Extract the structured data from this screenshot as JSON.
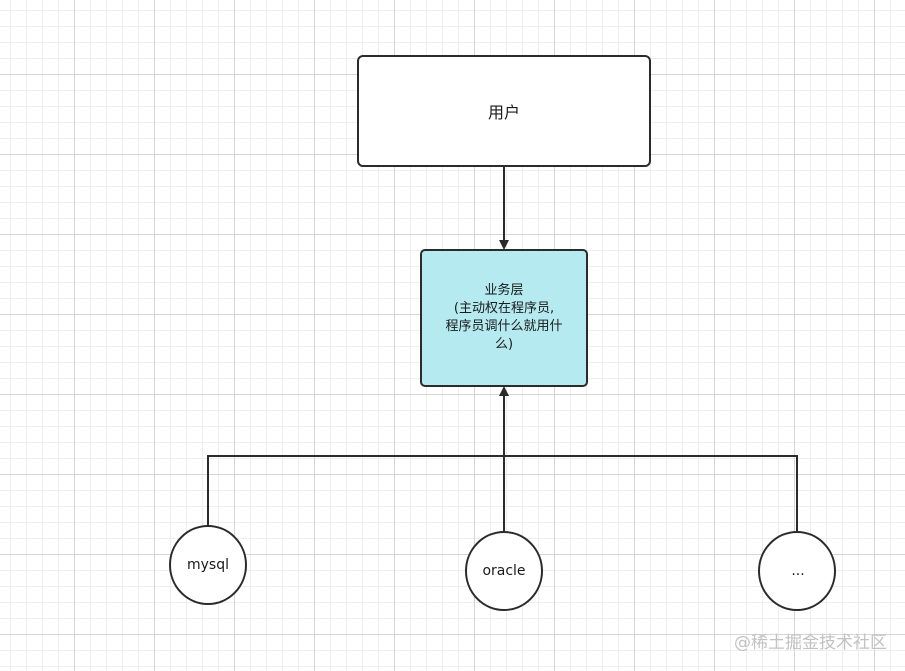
{
  "diagram": {
    "nodes": {
      "user": {
        "label": "用户"
      },
      "business": {
        "label_lines": [
          "业务层",
          "(主动权在程序员,",
          "程序员调什么就用什",
          "么)"
        ],
        "fill": "#b4eaf0"
      },
      "mysql": {
        "label": "mysql"
      },
      "oracle": {
        "label": "oracle"
      },
      "more": {
        "label": "..."
      }
    },
    "edges": [
      {
        "from": "user",
        "to": "business"
      },
      {
        "from": "mysql",
        "to": "business"
      },
      {
        "from": "oracle",
        "to": "business"
      },
      {
        "from": "more",
        "to": "business"
      }
    ]
  },
  "watermark": "@稀土掘金技术社区",
  "colors": {
    "stroke": "#2b2b2b",
    "business_fill": "#b4eaf0"
  }
}
